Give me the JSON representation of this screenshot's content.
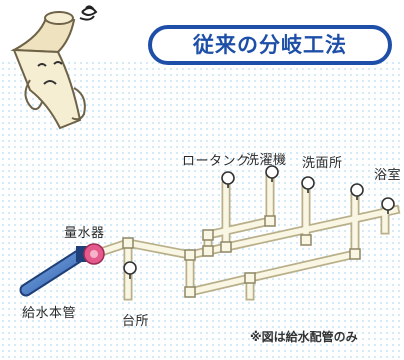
{
  "title": "従来の分岐工法",
  "labels": {
    "low_tank": "ロータンク",
    "washing_machine": "洗濯機",
    "washroom": "洗面所",
    "bathroom": "浴室",
    "water_meter": "量水器",
    "main_pipe": "給水本管",
    "kitchen": "台所"
  },
  "footnote": "※図は給水配管のみ",
  "colors": {
    "title_blue": "#1E4FA8",
    "dotted_bg": "#CFE8F6",
    "pipe_fill": "#FAF6E4",
    "pipe_stroke": "#B9B08A",
    "meter_pink": "#E55A8C",
    "main_pipe_blue": "#2C5FB0",
    "character_body": "#F6EED3"
  },
  "icons": [
    "pipe-character-icon",
    "scribble-icon",
    "faucet-icon"
  ]
}
